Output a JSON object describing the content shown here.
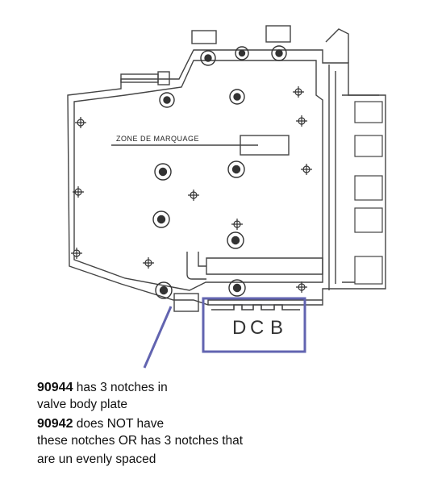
{
  "diagram": {
    "zone_label": "ZONE DE MARQUAGE",
    "notch_labels": [
      "D",
      "C",
      "B"
    ],
    "highlight_color": "#6264b0",
    "line_color": "#444444"
  },
  "caption": {
    "part1_number": "90944",
    "part1_text": " has 3 notches in",
    "line2": "valve body plate",
    "part2_number": "90942",
    "part2_text": " does NOT have",
    "line4": "these notches OR has 3 notches that",
    "line5": "are un evenly spaced"
  }
}
